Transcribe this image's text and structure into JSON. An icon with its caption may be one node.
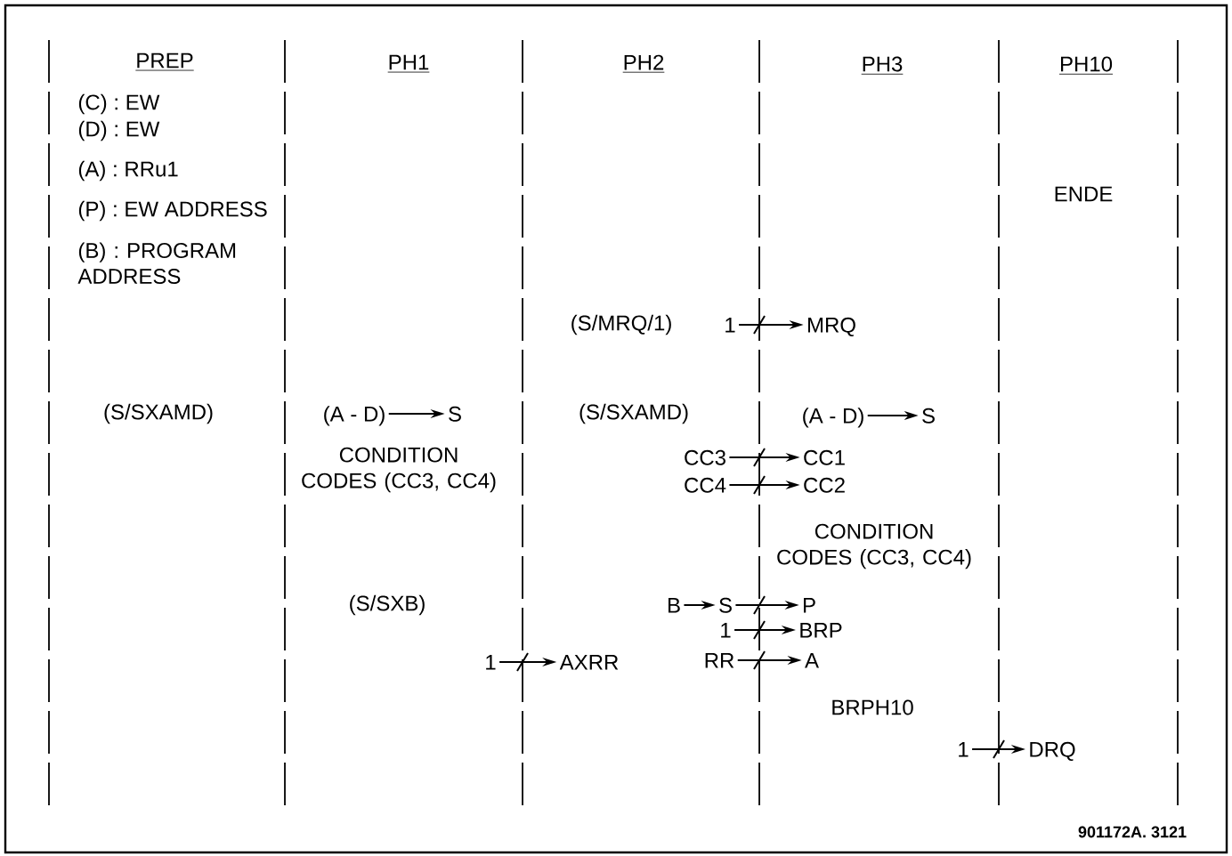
{
  "diagram": {
    "nodes": [
      {
        "text": [
          "1"
        ]
      },
      {
        "text": [
          "MRQ"
        ]
      },
      {
        "text": [
          "(A - D)"
        ]
      },
      {
        "text": [
          "S"
        ]
      },
      {
        "text": [
          "(A - D)"
        ]
      },
      {
        "text": [
          "S"
        ]
      },
      {
        "text": [
          "CC3"
        ]
      },
      {
        "text": [
          "CC1"
        ]
      },
      {
        "text": [
          "CC4"
        ]
      },
      {
        "text": [
          "CC2"
        ]
      },
      {
        "text": [
          "B"
        ]
      },
      {
        "text": [
          "S"
        ]
      },
      {
        "text": [
          "P"
        ]
      },
      {
        "text": [
          "1"
        ]
      },
      {
        "text": [
          "BRP"
        ]
      },
      {
        "text": [
          "RR"
        ]
      },
      {
        "text": [
          "A"
        ]
      },
      {
        "text": [
          "1"
        ]
      },
      {
        "text": [
          "AXRR"
        ]
      },
      {
        "text": [
          "1"
        ]
      },
      {
        "text": [
          "DRQ"
        ]
      }
    ],
    "edges": [
      {
        "from": 0,
        "to": 1,
        "arrow": "to"
      },
      {
        "from": 2,
        "to": 3,
        "arrow": "to"
      },
      {
        "from": 4,
        "to": 5,
        "arrow": "to"
      },
      {
        "from": 6,
        "to": 7,
        "arrow": "to"
      },
      {
        "from": 8,
        "to": 9,
        "arrow": "to"
      },
      {
        "from": 10,
        "to": 11,
        "arrow": "to"
      },
      {
        "from": 11,
        "to": 12,
        "arrow": "to"
      },
      {
        "from": 13,
        "to": 14,
        "arrow": "to"
      },
      {
        "from": 15,
        "to": 16,
        "arrow": "to"
      },
      {
        "from": 17,
        "to": 18,
        "arrow": "to"
      },
      {
        "from": 19,
        "to": 20,
        "arrow": "to"
      }
    ],
    "labels": [
      "PREP",
      "PH1",
      "PH2",
      "PH3",
      "PH10",
      "(C) : EW",
      "(D) : EW",
      "(A) : RRu1",
      "ENDE",
      "(P) : EW ADDRESS",
      "(B) : PROGRAM ADDRESS",
      "(S/MRQ/1)",
      "(S/SXAMD)",
      "(S/SXAMD)",
      "CONDITION CODES (CC3, CC4)",
      "CONDITION CODES (CC3, CC4)",
      "(S/SXB)",
      "BRPH10",
      "901172A. 3121"
    ]
  }
}
